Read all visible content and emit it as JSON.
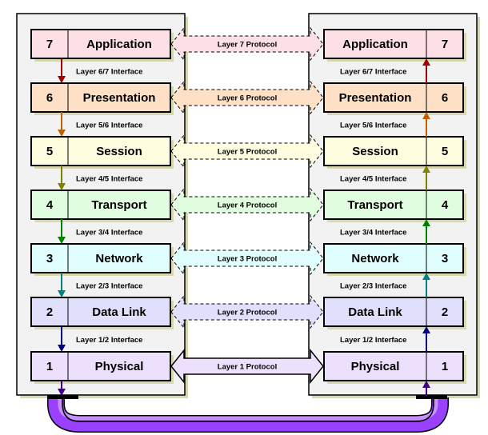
{
  "title": "OSI Reference Model",
  "layers": [
    {
      "number": "7",
      "name": "Application",
      "fill": "#fde0e6",
      "arrow": "#a00000",
      "protocol": "Layer 7 Protocol",
      "interface_above": null
    },
    {
      "number": "6",
      "name": "Presentation",
      "fill": "#fde0c6",
      "arrow": "#c06000",
      "protocol": "Layer 6 Protocol",
      "interface_above": "Layer 6/7 Interface"
    },
    {
      "number": "5",
      "name": "Session",
      "fill": "#fefde0",
      "arrow": "#808000",
      "protocol": "Layer 5 Protocol",
      "interface_above": "Layer 5/6 Interface"
    },
    {
      "number": "4",
      "name": "Transport",
      "fill": "#e0fde0",
      "arrow": "#008000",
      "protocol": "Layer 4 Protocol",
      "interface_above": "Layer 4/5 Interface"
    },
    {
      "number": "3",
      "name": "Network",
      "fill": "#e0fefe",
      "arrow": "#008080",
      "protocol": "Layer 3 Protocol",
      "interface_above": "Layer 3/4 Interface"
    },
    {
      "number": "2",
      "name": "Data Link",
      "fill": "#e0e0fd",
      "arrow": "#000080",
      "protocol": "Layer 2 Protocol",
      "interface_above": "Layer 2/3 Interface"
    },
    {
      "number": "1",
      "name": "Physical",
      "fill": "#ede0fd",
      "arrow": "#400080",
      "protocol": "Layer 1 Protocol",
      "interface_above": "Layer 1/2 Interface"
    }
  ],
  "colors": {
    "stack_background": "#f2f2f2",
    "stack_shadow": "#d8d8b0",
    "cable": "#9a40ff",
    "cable_light": "#c890ff"
  }
}
